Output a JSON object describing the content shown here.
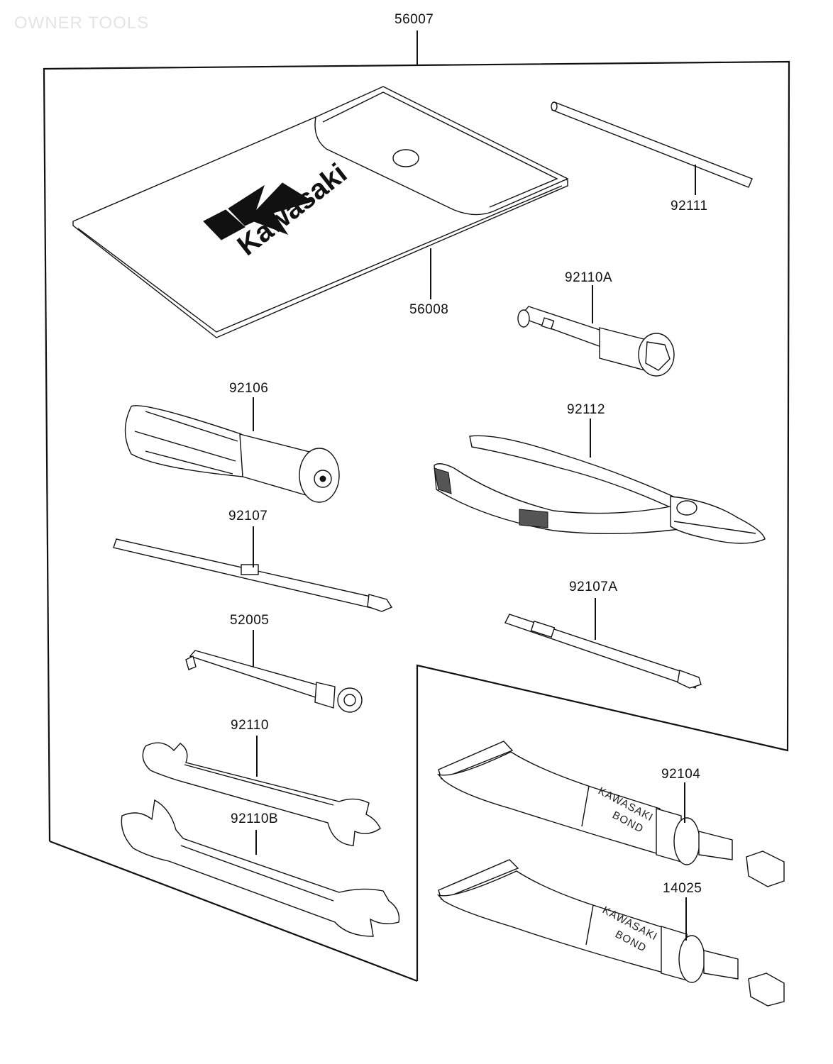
{
  "page_title": "OWNER TOOLS",
  "parts": {
    "p56007": "56007",
    "p56008": "56008",
    "p92111": "92111",
    "p92110A": "92110A",
    "p92106": "92106",
    "p92112": "92112",
    "p92107": "92107",
    "p92107A": "92107A",
    "p52005": "52005",
    "p92110": "92110",
    "p92110B": "92110B",
    "p92104": "92104",
    "p14025": "14025"
  },
  "pouch_logo": "Kawasaki",
  "tube_label": {
    "line1": "KAWASAKI",
    "line2": "BOND"
  }
}
